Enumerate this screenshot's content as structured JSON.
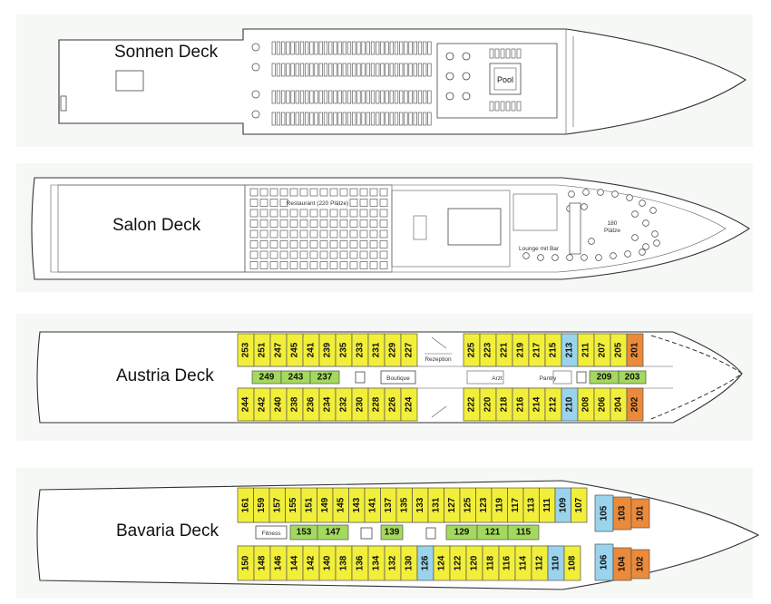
{
  "colors": {
    "outside_cabin": "#f2ef3a",
    "inside_cabin": "#a3d95c",
    "suite": "#9ad3ec",
    "junior_suite": "#ea8a3a",
    "hull_line": "#333333",
    "band_background": "#f6f8f6"
  },
  "decks": {
    "sonnen": {
      "title": "Sonnen Deck",
      "pool_label": "Pool"
    },
    "salon": {
      "title": "Salon Deck",
      "restaurant_label": "Restaurant (220 Plätze)",
      "lounge_label": "Lounge mit Bar",
      "seats_number": "180",
      "seats_word": "Plätze"
    },
    "austria": {
      "title": "Austria Deck",
      "labels": {
        "reception": "Rezeption",
        "boutique": "Boutique",
        "doctor": "Arzt",
        "pantry": "Pantry"
      },
      "top_row": [
        {
          "n": "253",
          "c": "outside_cabin"
        },
        {
          "n": "251",
          "c": "outside_cabin"
        },
        {
          "n": "247",
          "c": "outside_cabin"
        },
        {
          "n": "245",
          "c": "outside_cabin"
        },
        {
          "n": "241",
          "c": "outside_cabin"
        },
        {
          "n": "239",
          "c": "outside_cabin"
        },
        {
          "n": "235",
          "c": "outside_cabin"
        },
        {
          "n": "233",
          "c": "outside_cabin"
        },
        {
          "n": "231",
          "c": "outside_cabin"
        },
        {
          "n": "229",
          "c": "outside_cabin"
        },
        {
          "n": "227",
          "c": "outside_cabin"
        },
        {
          "n": "225",
          "c": "outside_cabin"
        },
        {
          "n": "223",
          "c": "outside_cabin"
        },
        {
          "n": "221",
          "c": "outside_cabin"
        },
        {
          "n": "219",
          "c": "outside_cabin"
        },
        {
          "n": "217",
          "c": "outside_cabin"
        },
        {
          "n": "215",
          "c": "outside_cabin"
        },
        {
          "n": "213",
          "c": "suite"
        },
        {
          "n": "211",
          "c": "outside_cabin"
        },
        {
          "n": "207",
          "c": "outside_cabin"
        },
        {
          "n": "205",
          "c": "outside_cabin"
        },
        {
          "n": "201",
          "c": "junior_suite"
        }
      ],
      "middle_row": [
        {
          "n": "249",
          "c": "inside_cabin"
        },
        {
          "n": "243",
          "c": "inside_cabin"
        },
        {
          "n": "237",
          "c": "inside_cabin"
        },
        {
          "n": "209",
          "c": "inside_cabin"
        },
        {
          "n": "203",
          "c": "inside_cabin"
        }
      ],
      "bottom_row": [
        {
          "n": "244",
          "c": "outside_cabin"
        },
        {
          "n": "242",
          "c": "outside_cabin"
        },
        {
          "n": "240",
          "c": "outside_cabin"
        },
        {
          "n": "238",
          "c": "outside_cabin"
        },
        {
          "n": "236",
          "c": "outside_cabin"
        },
        {
          "n": "234",
          "c": "outside_cabin"
        },
        {
          "n": "232",
          "c": "outside_cabin"
        },
        {
          "n": "230",
          "c": "outside_cabin"
        },
        {
          "n": "228",
          "c": "outside_cabin"
        },
        {
          "n": "226",
          "c": "outside_cabin"
        },
        {
          "n": "224",
          "c": "outside_cabin"
        },
        {
          "n": "222",
          "c": "outside_cabin"
        },
        {
          "n": "220",
          "c": "outside_cabin"
        },
        {
          "n": "218",
          "c": "outside_cabin"
        },
        {
          "n": "216",
          "c": "outside_cabin"
        },
        {
          "n": "214",
          "c": "outside_cabin"
        },
        {
          "n": "212",
          "c": "outside_cabin"
        },
        {
          "n": "210",
          "c": "suite"
        },
        {
          "n": "208",
          "c": "outside_cabin"
        },
        {
          "n": "206",
          "c": "outside_cabin"
        },
        {
          "n": "204",
          "c": "outside_cabin"
        },
        {
          "n": "202",
          "c": "junior_suite"
        }
      ]
    },
    "bavaria": {
      "title": "Bavaria Deck",
      "labels": {
        "fitness": "Fitness"
      },
      "top_row": [
        {
          "n": "161",
          "c": "outside_cabin"
        },
        {
          "n": "159",
          "c": "outside_cabin"
        },
        {
          "n": "157",
          "c": "outside_cabin"
        },
        {
          "n": "155",
          "c": "outside_cabin"
        },
        {
          "n": "151",
          "c": "outside_cabin"
        },
        {
          "n": "149",
          "c": "outside_cabin"
        },
        {
          "n": "145",
          "c": "outside_cabin"
        },
        {
          "n": "143",
          "c": "outside_cabin"
        },
        {
          "n": "141",
          "c": "outside_cabin"
        },
        {
          "n": "137",
          "c": "outside_cabin"
        },
        {
          "n": "135",
          "c": "outside_cabin"
        },
        {
          "n": "133",
          "c": "outside_cabin"
        },
        {
          "n": "131",
          "c": "outside_cabin"
        },
        {
          "n": "127",
          "c": "outside_cabin"
        },
        {
          "n": "125",
          "c": "outside_cabin"
        },
        {
          "n": "123",
          "c": "outside_cabin"
        },
        {
          "n": "119",
          "c": "outside_cabin"
        },
        {
          "n": "117",
          "c": "outside_cabin"
        },
        {
          "n": "113",
          "c": "outside_cabin"
        },
        {
          "n": "111",
          "c": "outside_cabin"
        },
        {
          "n": "109",
          "c": "suite"
        },
        {
          "n": "107",
          "c": "outside_cabin"
        }
      ],
      "middle_row": [
        {
          "n": "153",
          "c": "inside_cabin"
        },
        {
          "n": "147",
          "c": "inside_cabin"
        },
        {
          "n": "139",
          "c": "inside_cabin"
        },
        {
          "n": "129",
          "c": "inside_cabin"
        },
        {
          "n": "121",
          "c": "inside_cabin"
        },
        {
          "n": "115",
          "c": "inside_cabin"
        }
      ],
      "bottom_row": [
        {
          "n": "150",
          "c": "outside_cabin"
        },
        {
          "n": "148",
          "c": "outside_cabin"
        },
        {
          "n": "146",
          "c": "outside_cabin"
        },
        {
          "n": "144",
          "c": "outside_cabin"
        },
        {
          "n": "142",
          "c": "outside_cabin"
        },
        {
          "n": "140",
          "c": "outside_cabin"
        },
        {
          "n": "138",
          "c": "outside_cabin"
        },
        {
          "n": "136",
          "c": "outside_cabin"
        },
        {
          "n": "134",
          "c": "outside_cabin"
        },
        {
          "n": "132",
          "c": "outside_cabin"
        },
        {
          "n": "130",
          "c": "outside_cabin"
        },
        {
          "n": "126",
          "c": "suite"
        },
        {
          "n": "124",
          "c": "outside_cabin"
        },
        {
          "n": "122",
          "c": "outside_cabin"
        },
        {
          "n": "120",
          "c": "outside_cabin"
        },
        {
          "n": "118",
          "c": "outside_cabin"
        },
        {
          "n": "116",
          "c": "outside_cabin"
        },
        {
          "n": "114",
          "c": "outside_cabin"
        },
        {
          "n": "112",
          "c": "outside_cabin"
        },
        {
          "n": "110",
          "c": "suite"
        },
        {
          "n": "108",
          "c": "outside_cabin"
        }
      ],
      "bow_cabins": [
        {
          "n": "105",
          "c": "suite"
        },
        {
          "n": "103",
          "c": "junior_suite"
        },
        {
          "n": "101",
          "c": "junior_suite"
        },
        {
          "n": "106",
          "c": "suite"
        },
        {
          "n": "104",
          "c": "junior_suite"
        },
        {
          "n": "102",
          "c": "junior_suite"
        }
      ]
    }
  }
}
